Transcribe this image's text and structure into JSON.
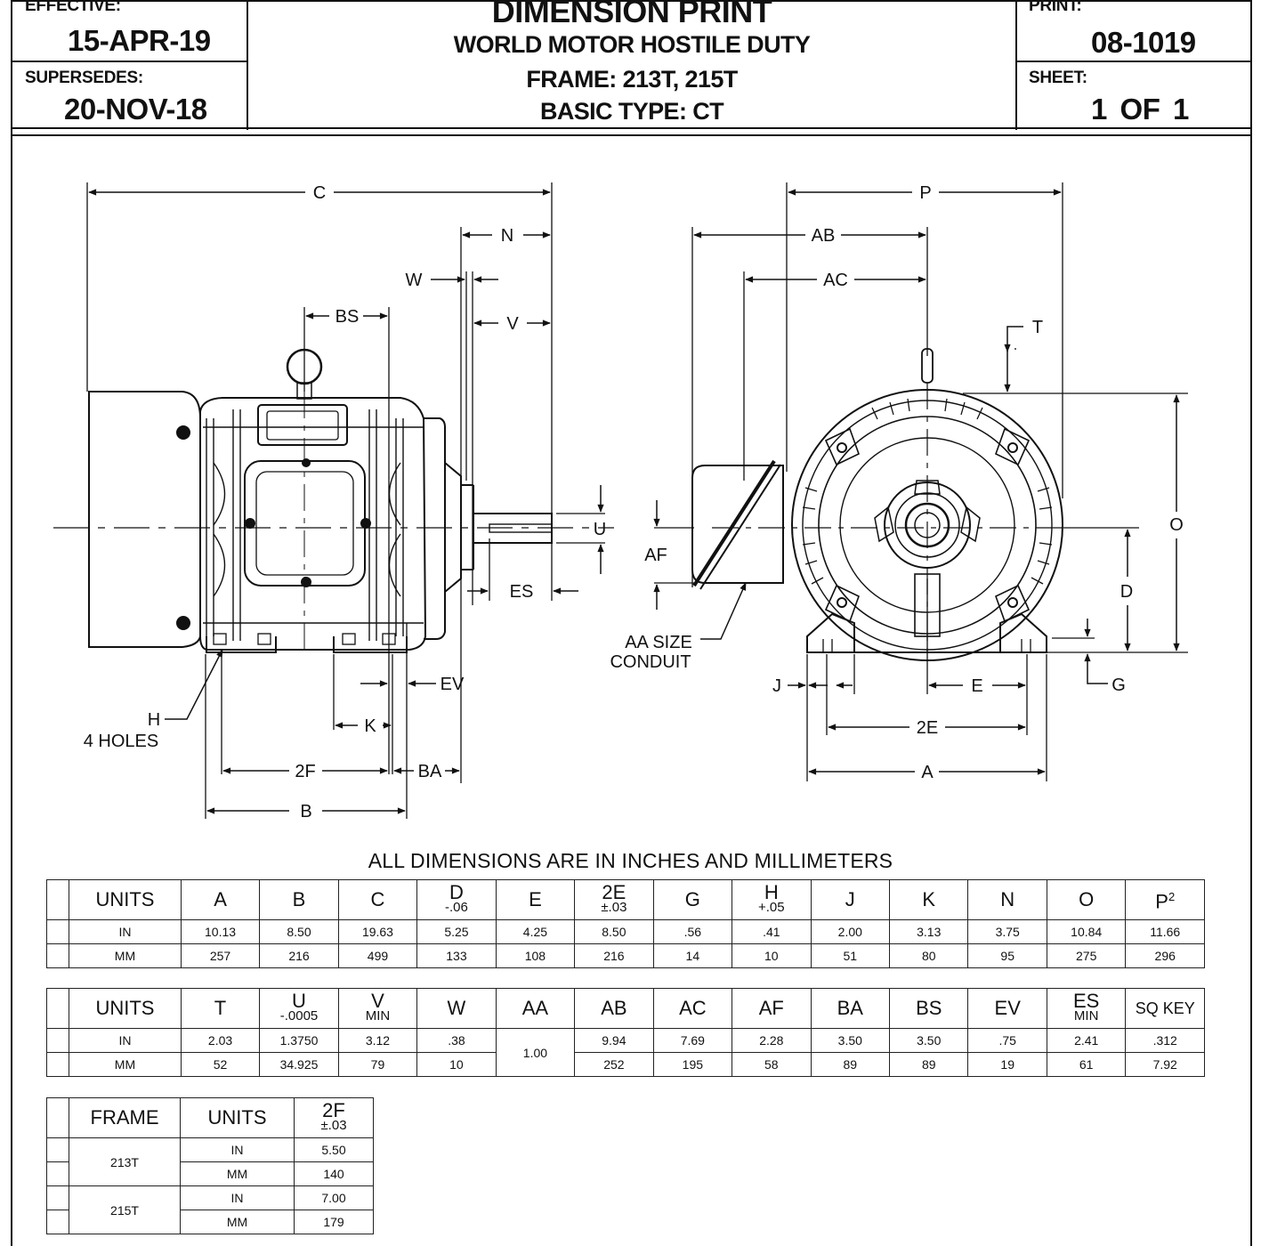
{
  "header": {
    "effective_label": "EFFECTIVE:",
    "effective_date": "15-APR-19",
    "supersedes_label": "SUPERSEDES:",
    "supersedes_date": "20-NOV-18",
    "title": "DIMENSION PRINT",
    "subtitle": "WORLD MOTOR HOSTILE DUTY",
    "frame_line": "FRAME: 213T, 215T",
    "type_line": "BASIC TYPE: CT",
    "print_label": "PRINT:",
    "print_number": "08-1019",
    "sheet_label": "SHEET:",
    "sheet_value": "1 OF 1"
  },
  "drawing": {
    "labels": {
      "C": "C",
      "N": "N",
      "W": "W",
      "BS": "BS",
      "V": "V",
      "U": "U",
      "ES": "ES",
      "EV": "EV",
      "K": "K",
      "H": "H",
      "holes": "4 HOLES",
      "F2": "2F",
      "BA": "BA",
      "B": "B",
      "P": "P",
      "AB": "AB",
      "AC": "AC",
      "T": "T",
      "O": "O",
      "AF": "AF",
      "D": "D",
      "AA1": "AA SIZE",
      "AA2": "CONDUIT",
      "J": "J",
      "E": "E",
      "G": "G",
      "E2": "2E",
      "A": "A"
    }
  },
  "note": "ALL DIMENSIONS ARE IN INCHES AND MILLIMETERS",
  "table1": {
    "headers": [
      {
        "main": "UNITS",
        "sub": ""
      },
      {
        "main": "A",
        "sub": ""
      },
      {
        "main": "B",
        "sub": ""
      },
      {
        "main": "C",
        "sub": ""
      },
      {
        "main": "D",
        "sub": "-.06"
      },
      {
        "main": "E",
        "sub": ""
      },
      {
        "main": "2E",
        "sub": "±.03"
      },
      {
        "main": "G",
        "sub": ""
      },
      {
        "main": "H",
        "sub": "+.05"
      },
      {
        "main": "J",
        "sub": ""
      },
      {
        "main": "K",
        "sub": ""
      },
      {
        "main": "N",
        "sub": ""
      },
      {
        "main": "O",
        "sub": ""
      },
      {
        "main": "P",
        "sub": "",
        "sup": "2"
      }
    ],
    "rows": [
      [
        "IN",
        "10.13",
        "8.50",
        "19.63",
        "5.25",
        "4.25",
        "8.50",
        ".56",
        ".41",
        "2.00",
        "3.13",
        "3.75",
        "10.84",
        "11.66"
      ],
      [
        "MM",
        "257",
        "216",
        "499",
        "133",
        "108",
        "216",
        "14",
        "10",
        "51",
        "80",
        "95",
        "275",
        "296"
      ]
    ]
  },
  "table2": {
    "headers": [
      {
        "main": "UNITS",
        "sub": ""
      },
      {
        "main": "T",
        "sub": ""
      },
      {
        "main": "U",
        "sub": "-.0005"
      },
      {
        "main": "V",
        "sub": "MIN"
      },
      {
        "main": "W",
        "sub": ""
      },
      {
        "main": "AA",
        "sub": ""
      },
      {
        "main": "AB",
        "sub": ""
      },
      {
        "main": "AC",
        "sub": ""
      },
      {
        "main": "AF",
        "sub": ""
      },
      {
        "main": "BA",
        "sub": ""
      },
      {
        "main": "BS",
        "sub": ""
      },
      {
        "main": "EV",
        "sub": ""
      },
      {
        "main": "ES",
        "sub": "MIN"
      },
      {
        "main": "SQ KEY",
        "sub": ""
      }
    ],
    "rows": [
      [
        "IN",
        "2.03",
        "1.3750",
        "3.12",
        ".38",
        "1.00",
        "9.94",
        "7.69",
        "2.28",
        "3.50",
        "3.50",
        ".75",
        "2.41",
        ".312"
      ],
      [
        "MM",
        "52",
        "34.925",
        "79",
        "10",
        "",
        "252",
        "195",
        "58",
        "89",
        "89",
        "19",
        "61",
        "7.92"
      ]
    ]
  },
  "table3": {
    "headers": [
      {
        "main": "FRAME",
        "sub": ""
      },
      {
        "main": "UNITS",
        "sub": ""
      },
      {
        "main": "2F",
        "sub": "±.03"
      }
    ],
    "groups": [
      {
        "frame": "213T",
        "rows": [
          [
            "IN",
            "5.50"
          ],
          [
            "MM",
            "140"
          ]
        ]
      },
      {
        "frame": "215T",
        "rows": [
          [
            "IN",
            "7.00"
          ],
          [
            "MM",
            "179"
          ]
        ]
      }
    ]
  }
}
